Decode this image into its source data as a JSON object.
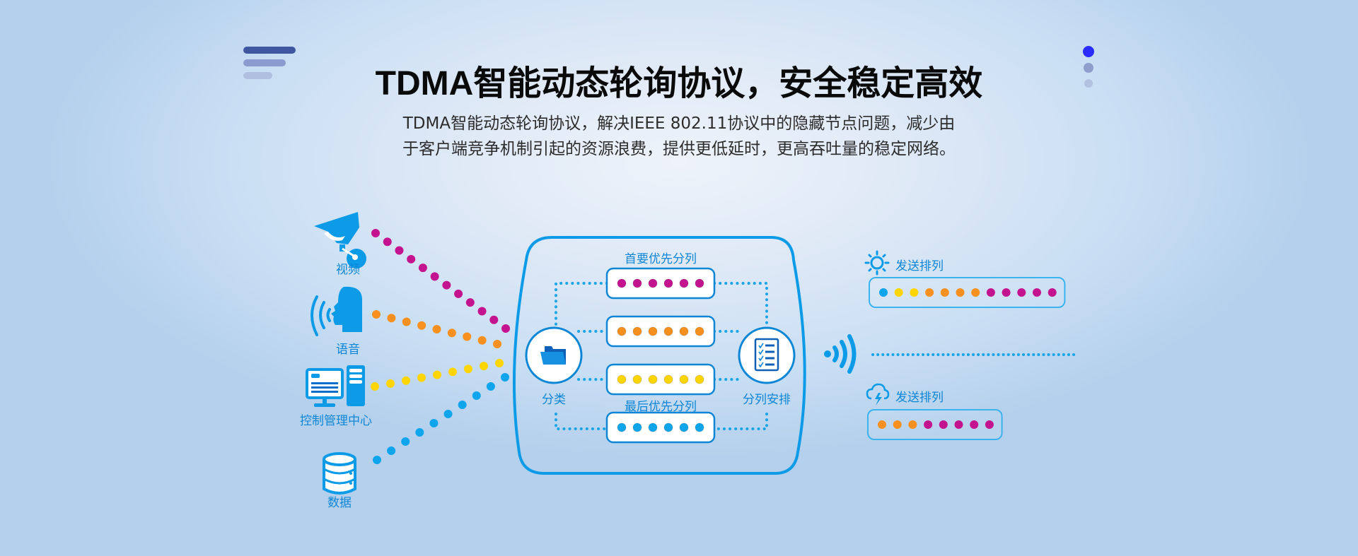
{
  "header": {
    "title": "TDMA智能动态轮询协议，安全稳定高效",
    "subtitle_lines": [
      "TDMA智能动态轮询协议，解决IEEE 802.11协议中的隐藏节点问题，减少由",
      "于客户端竞争机制引起的资源浪费，提供更低延时，更高吞吐量的稳定网络。"
    ]
  },
  "menu_icon": "hamburger-menu-icon",
  "pager": {
    "count": 3,
    "active_index": 0
  },
  "colors": {
    "accent": "#0d9be8",
    "label": "#0d86d6",
    "video": "#c4138f",
    "voice": "#f7901e",
    "control": "#ffd500",
    "data": "#0ea5ec",
    "pager_active": "#2b2cff",
    "pager_inactive": "#8e9dcb"
  },
  "sources": [
    {
      "label": "视频",
      "icon": "security-camera-icon",
      "stream": "video"
    },
    {
      "label": "语音",
      "icon": "speaking-head-icon",
      "stream": "voice"
    },
    {
      "label": "控制管理中心",
      "icon": "computer-icon",
      "stream": "control"
    },
    {
      "label": "数据",
      "icon": "database-icon",
      "stream": "data"
    }
  ],
  "scheduler": {
    "classify_label": "分类",
    "classify_icon": "folder-icon",
    "arrange_label": "分列安排",
    "arrange_icon": "checklist-icon",
    "top_queue_label": "首要优先分列",
    "bottom_queue_label": "最后优先分列",
    "queues": [
      {
        "stream": "video",
        "count": 6
      },
      {
        "stream": "voice",
        "count": 6
      },
      {
        "stream": "control",
        "count": 6
      },
      {
        "stream": "data",
        "count": 6
      }
    ]
  },
  "output": {
    "signal_icon": "wireless-signal-icon",
    "queues": [
      {
        "label": "发送排列",
        "icon": "sun-icon",
        "sequence": [
          "data",
          "control",
          "control",
          "voice",
          "voice",
          "voice",
          "voice",
          "video",
          "video",
          "video",
          "video",
          "video"
        ]
      },
      {
        "label": "发送排列",
        "icon": "cloud-lightning-icon",
        "sequence": [
          "voice",
          "voice",
          "voice",
          "video",
          "video",
          "video",
          "video",
          "video"
        ]
      }
    ]
  }
}
